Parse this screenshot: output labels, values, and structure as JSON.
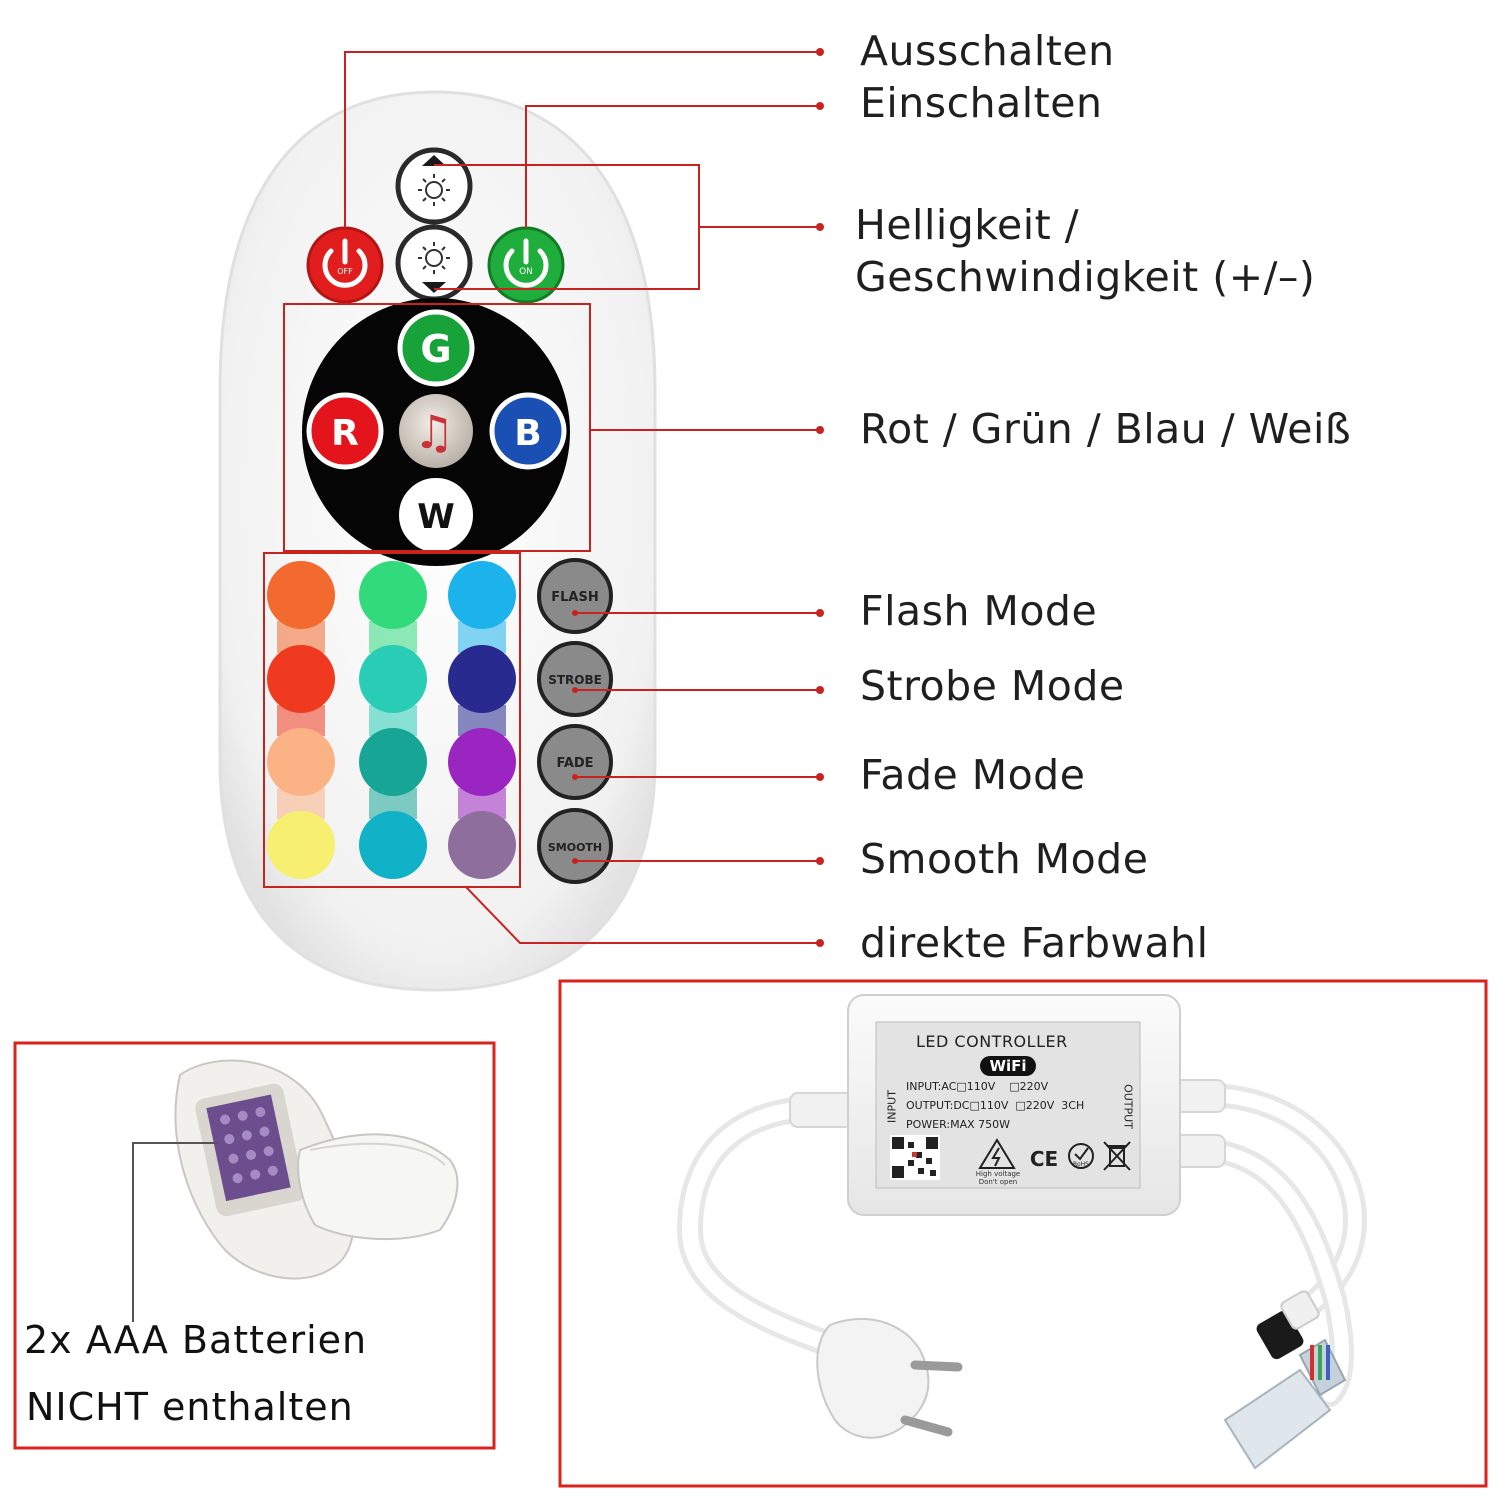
{
  "labels": {
    "off": "Ausschalten",
    "on": "Einschalten",
    "bright1": "Helligkeit /",
    "bright2": "Geschwindigkeit (+/–)",
    "rgbw": "Rot / Grün / Blau / Weiß",
    "flash": "Flash Mode",
    "strobe": "Strobe Mode",
    "fade": "Fade Mode",
    "smooth": "Smooth Mode",
    "direct": "direkte Farbwahl"
  },
  "remote": {
    "off_text": "OFF",
    "on_text": "ON",
    "g": "G",
    "r": "R",
    "b": "B",
    "w": "W",
    "music": "♫",
    "flash": "FLASH",
    "strobe": "STROBE",
    "fade": "FADE",
    "smooth": "SMOOTH"
  },
  "battery": {
    "line1": "2x AAA Batterien",
    "line2": "NICHT enthalten"
  },
  "controller": {
    "title": "LED CONTROLLER",
    "wifi": "WiFi",
    "input_line": "INPUT:AC□110V    □220V",
    "output_line": "OUTPUT:DC□110V  □220V  3CH",
    "power_line": "POWER:MAX 750W",
    "input_side": "INPUT",
    "output_side": "OUTPUT",
    "warn1": "High voltage",
    "warn2": "Don't open",
    "ce": "CE",
    "rohs": "RoHS"
  },
  "colors": {
    "leader": "#c8231f",
    "frame": "#d9231d",
    "grid": [
      "#f26a2e",
      "#31db7c",
      "#1cb2ec",
      "#f03a1f",
      "#29cdb6",
      "#292a8f",
      "#fbb386",
      "#17a596",
      "#9a25c0",
      "#f7ef6f",
      "#11b2c7",
      "#8e6e9c"
    ]
  }
}
